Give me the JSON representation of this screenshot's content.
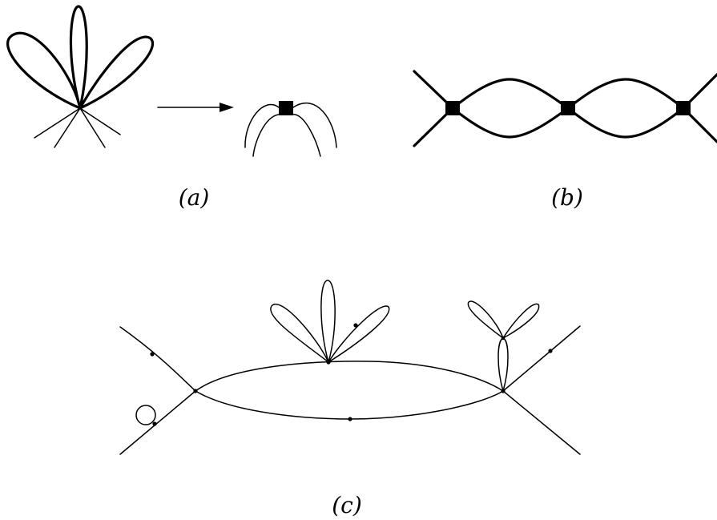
{
  "captions": {
    "a": "(a)",
    "b": "(b)",
    "c": "(c)"
  },
  "colors": {
    "ink": "#000000",
    "background": "#ffffff"
  }
}
